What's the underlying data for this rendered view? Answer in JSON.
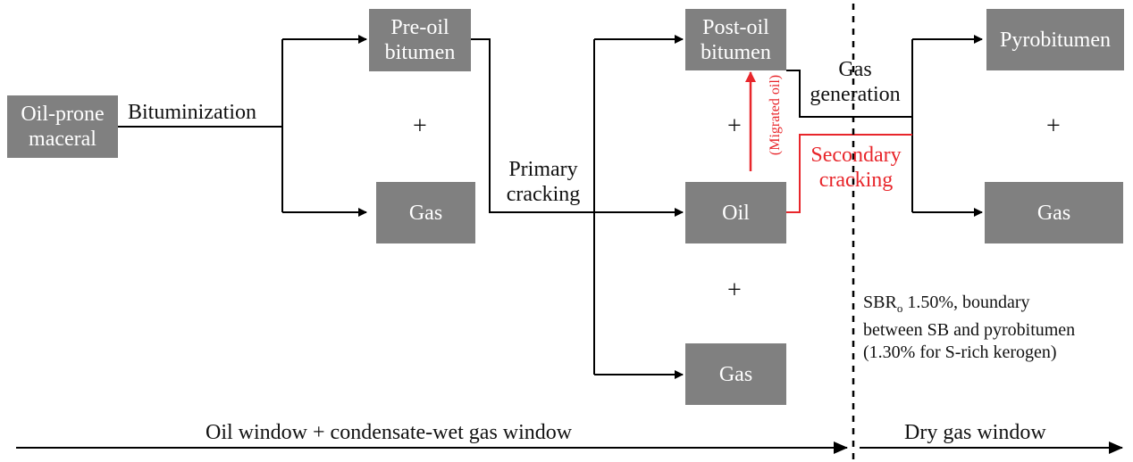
{
  "colors": {
    "box_fill": "#808080",
    "red": "#e8262b",
    "line": "#000000"
  },
  "boxes": {
    "oil_prone_maceral": [
      "Oil-prone",
      "maceral"
    ],
    "pre_oil_bitumen": [
      "Pre-oil",
      "bitumen"
    ],
    "gas1": "Gas",
    "post_oil_bitumen": [
      "Post-oil",
      "bitumen"
    ],
    "oil": "Oil",
    "gas2": "Gas",
    "pyrobitumen": "Pyrobitumen",
    "gas3": "Gas"
  },
  "labels": {
    "bituminization": "Bituminization",
    "primary_cracking": [
      "Primary",
      "cracking"
    ],
    "gas_generation": [
      "Gas",
      "generation"
    ],
    "secondary_cracking": [
      "Secondary",
      "cracking"
    ],
    "migrated_oil": "(Migrated oil)",
    "plus": "+"
  },
  "note": {
    "sbr": "SBR",
    "sbr_sub": "o",
    "line1_rest": " 1.50%, boundary",
    "line2": "between SB and pyrobitumen",
    "line3": "(1.30% for S-rich kerogen)"
  },
  "windows": {
    "left": "Oil window + condensate-wet gas window",
    "right": "Dry gas window"
  }
}
